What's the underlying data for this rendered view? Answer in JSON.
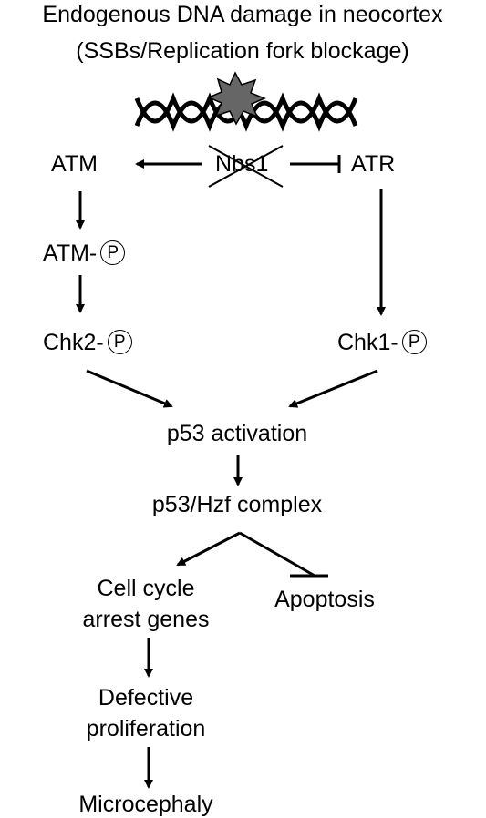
{
  "title_line1": "Endogenous DNA damage in neocortex",
  "title_line2": "(SSBs/Replication fork blockage)",
  "damage_icon": "dna-double-helix-with-damage-starburst",
  "nodes": {
    "atm": "ATM",
    "nbs1": "Nbs1",
    "atr": "ATR",
    "atm_p_prefix": "ATM-",
    "chk2_prefix": "Chk2-",
    "chk1_prefix": "Chk1-",
    "phospho_symbol": "P",
    "p53_activation": "p53 activation",
    "p53_hzf": "p53/Hzf complex",
    "cell_cycle_line1": "Cell cycle",
    "cell_cycle_line2": "arrest  genes",
    "apoptosis": "Apoptosis",
    "defective_line1": "Defective",
    "defective_line2": "proliferation",
    "microcephaly": "Microcephaly"
  },
  "colors": {
    "line": "#000000",
    "starburst": "#666666"
  }
}
